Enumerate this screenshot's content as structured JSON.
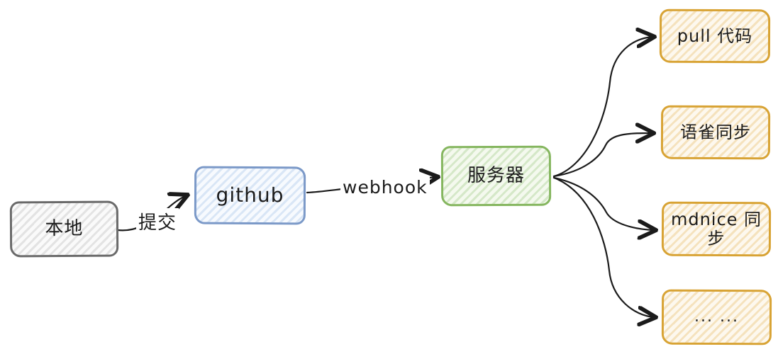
{
  "diagram": {
    "title": "publish workflow diagram",
    "background_color": "#ffffff",
    "ink_color": "#1b1b1b",
    "palette": {
      "gray_border": "#6a6a6a",
      "blue_border": "#7b99c8",
      "green_border": "#85b65f",
      "orange_border": "#d8a334"
    },
    "nodes": [
      {
        "id": "local",
        "label": "本地",
        "color": "gray"
      },
      {
        "id": "github",
        "label": "github",
        "color": "blue"
      },
      {
        "id": "server",
        "label": "服务器",
        "color": "green"
      },
      {
        "id": "pull",
        "label": "pull 代码",
        "color": "orange"
      },
      {
        "id": "yuque",
        "label": "语雀同步",
        "color": "orange"
      },
      {
        "id": "mdnice",
        "label": "mdnice 同步",
        "color": "orange"
      },
      {
        "id": "more",
        "label": "... ...",
        "color": "orange"
      }
    ],
    "edges": [
      {
        "from": "local",
        "to": "github",
        "label": "提交"
      },
      {
        "from": "github",
        "to": "server",
        "label": "webhook"
      },
      {
        "from": "server",
        "to": "pull",
        "label": ""
      },
      {
        "from": "server",
        "to": "yuque",
        "label": ""
      },
      {
        "from": "server",
        "to": "mdnice",
        "label": ""
      },
      {
        "from": "server",
        "to": "more",
        "label": ""
      }
    ]
  }
}
